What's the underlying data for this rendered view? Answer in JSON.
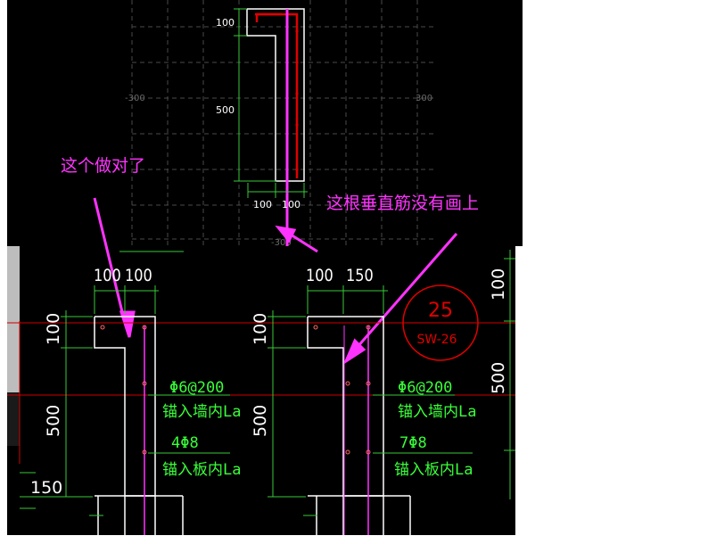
{
  "top_view": {
    "dims": {
      "top": "100",
      "height": "500",
      "width_left": "100",
      "width_right": "100"
    },
    "grid_labels": {
      "left": "-300",
      "right": "300",
      "bottom": "-300"
    }
  },
  "annotations": {
    "correct": "这个做对了",
    "missing": "这根垂直筋没有画上"
  },
  "bottom_left": {
    "dims": {
      "w1": "100",
      "w2": "100",
      "top": "100",
      "height": "500",
      "base": "150"
    },
    "rebar1": "Φ6@200",
    "anchor1": "锚入墙内La",
    "rebar2": "4Φ8",
    "anchor2": "锚入板内La"
  },
  "bottom_right": {
    "dims": {
      "w1": "100",
      "w2": "150",
      "top": "100",
      "height": "500",
      "side_top": "100",
      "side_height": "500"
    },
    "rebar1": "Φ6@200",
    "anchor1": "锚入墙内La",
    "rebar2": "7Φ8",
    "anchor2": "锚入板内La"
  },
  "stamp": {
    "number": "25",
    "code": "SW-26"
  },
  "colors": {
    "background": "#000000",
    "annotation": "#ff33ff",
    "rebar_text": "#39ff39",
    "section": "#ffffff",
    "rebar_line": "#e00000"
  }
}
